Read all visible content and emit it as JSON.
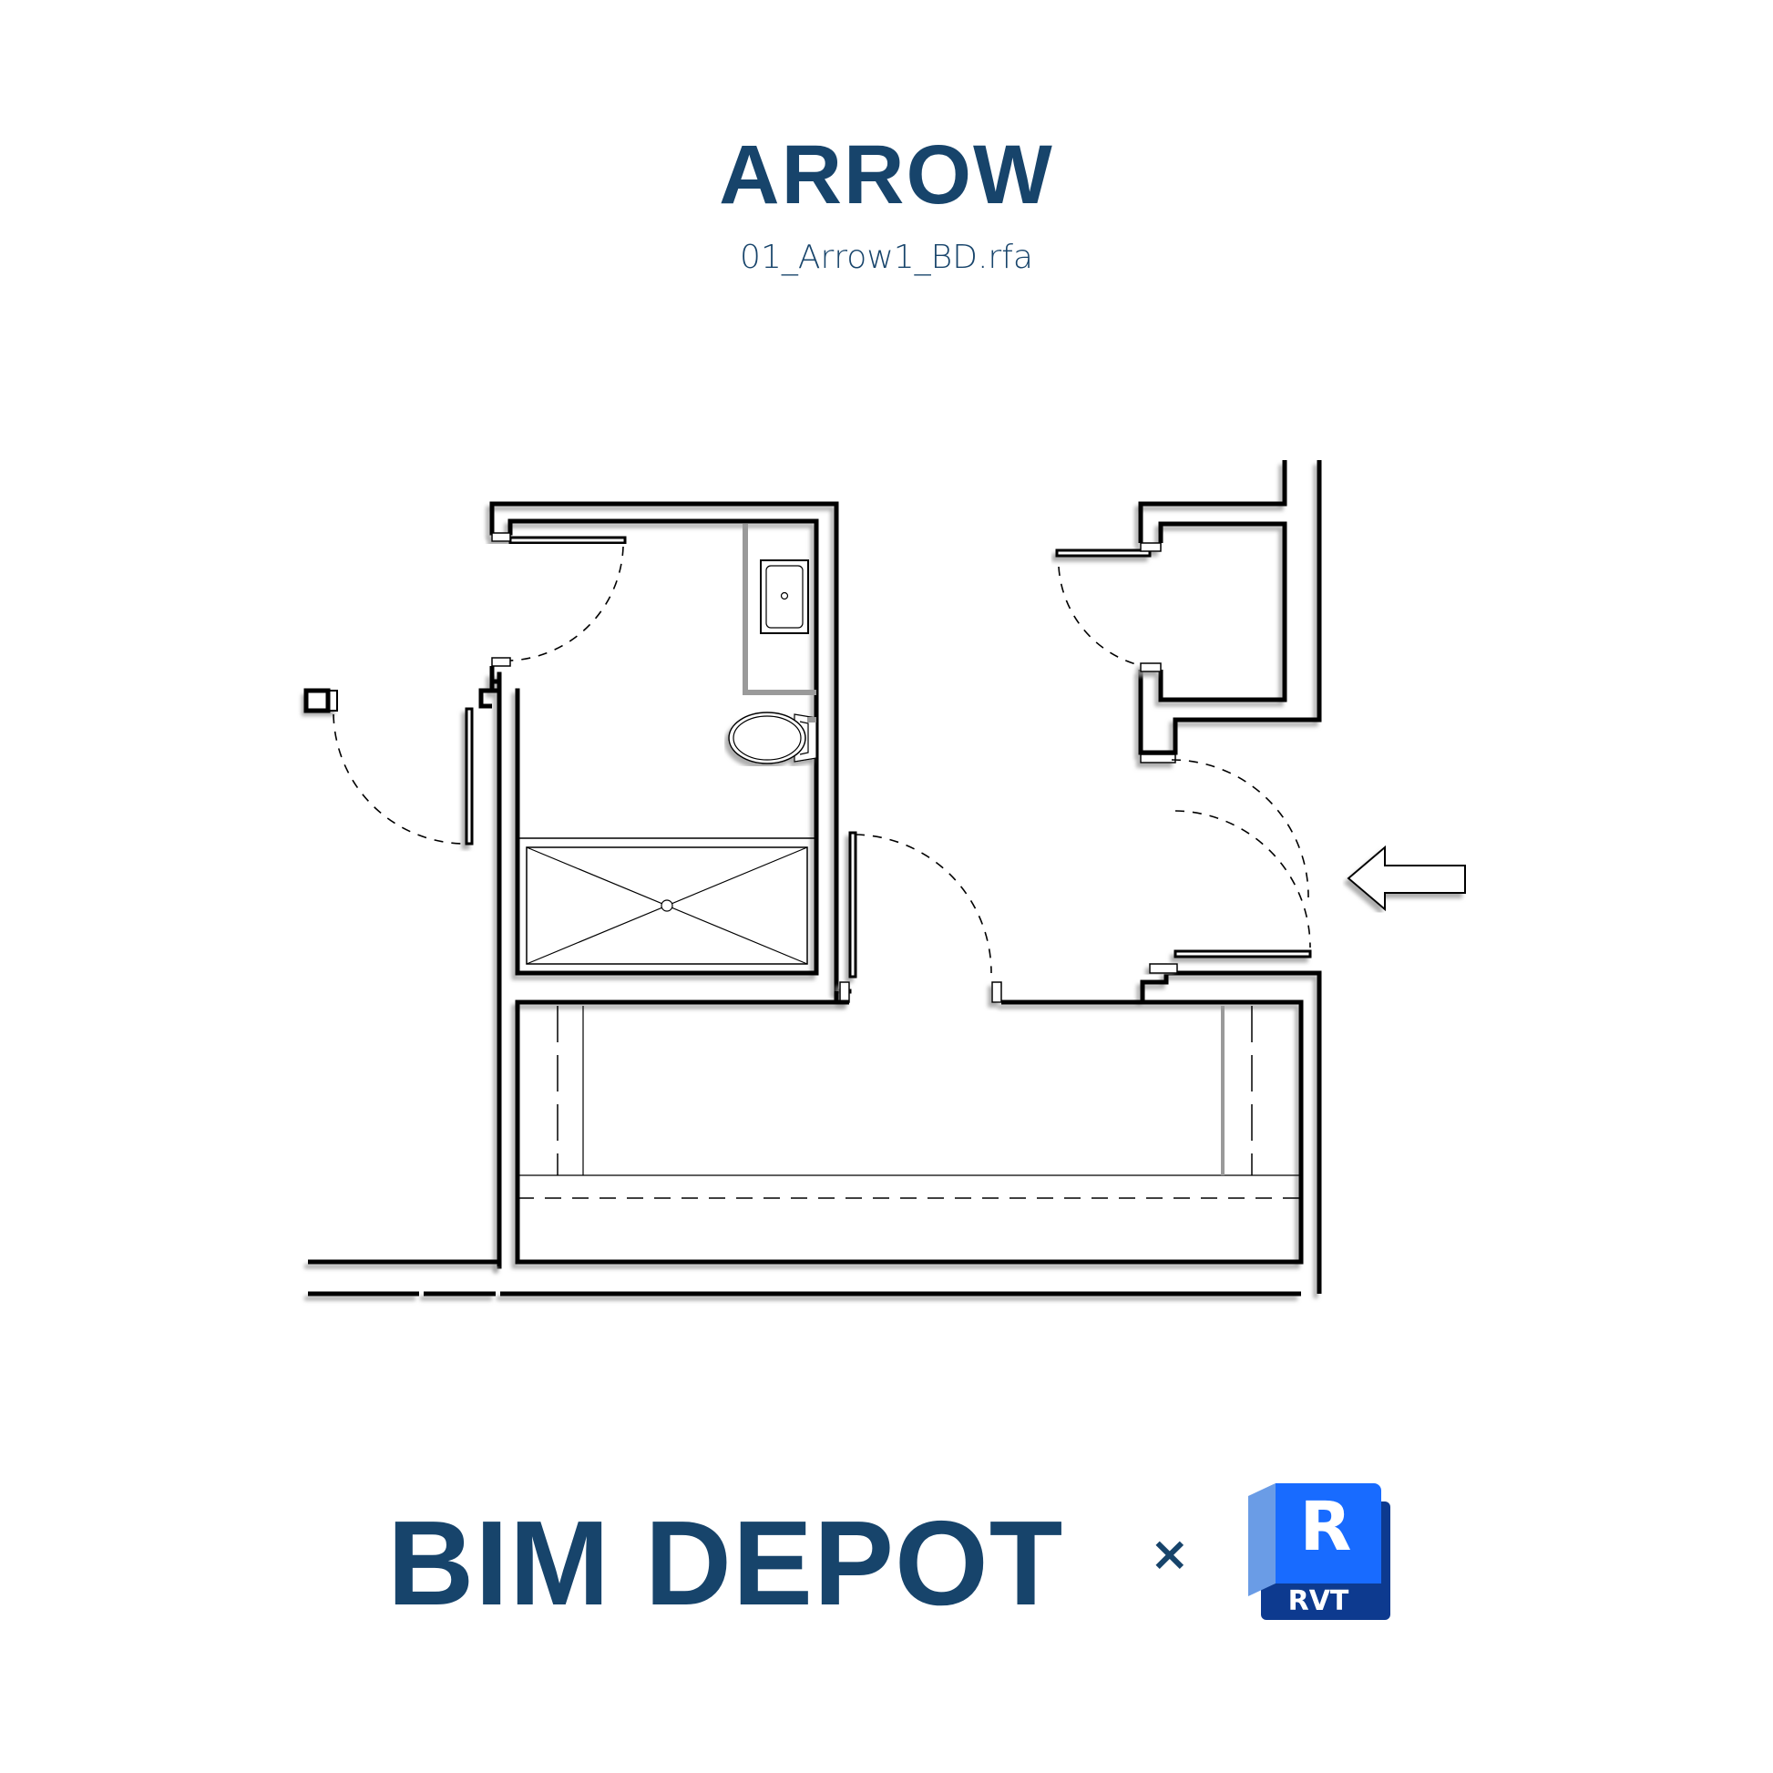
{
  "header": {
    "title": "ARROW",
    "filename": "01_Arrow1_BD.rfa"
  },
  "footer": {
    "brand": "BIM DEPOT",
    "separator": "×",
    "logo": {
      "letter": "R",
      "label": "RVT",
      "icon": "revit-logo-icon"
    }
  },
  "colors": {
    "brand_navy": "#17446b",
    "revit_blue": "#186bff",
    "revit_light": "#6a9ce6",
    "revit_dark": "#0d3a8f",
    "line": "#000000",
    "shadow": "#b0b0b0"
  },
  "plan": {
    "elements": [
      "bathroom",
      "vanity-sink",
      "toilet",
      "shower",
      "closet",
      "door-swing-top-left",
      "door-swing-left",
      "door-swing-center",
      "door-swing-upper-right",
      "door-swing-lower-right",
      "direction-arrow"
    ],
    "arrow_direction": "left"
  }
}
